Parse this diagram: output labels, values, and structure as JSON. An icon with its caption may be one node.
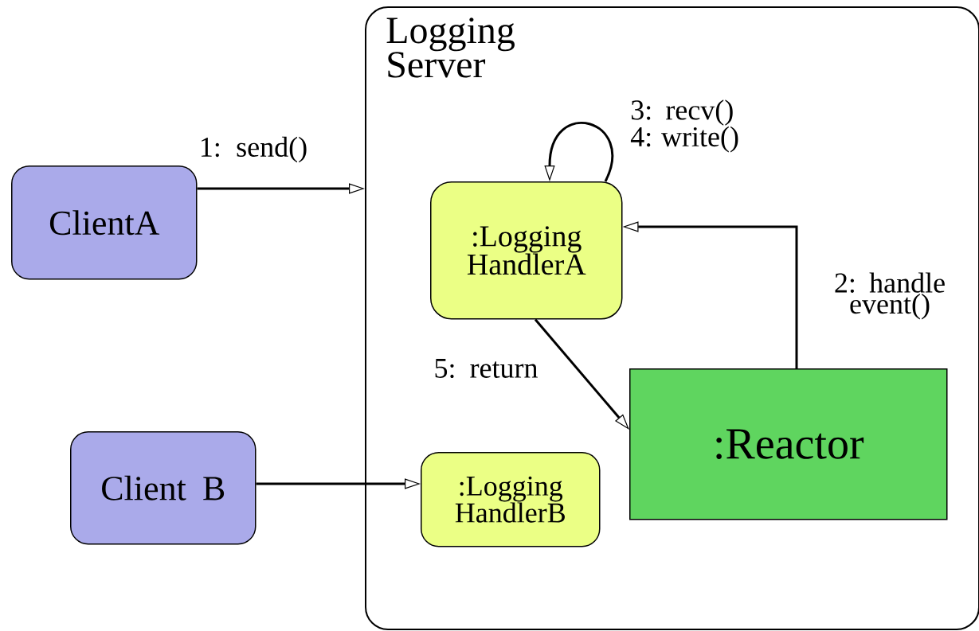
{
  "diagram": {
    "nodes": [
      {
        "text": [
          "Logging Server"
        ]
      },
      {
        "text": [
          "ClientA"
        ]
      },
      {
        "text": [
          "Client B"
        ]
      },
      {
        "text": [
          ":Logging HandlerA"
        ],
        "in": 0
      },
      {
        "text": [
          ":Reactor"
        ],
        "in": 0
      },
      {
        "text": [
          ":Logging HandlerB"
        ],
        "in": 0
      }
    ],
    "edges": [
      {
        "from": 1,
        "to": 0,
        "arrow": "to",
        "label": "1: send()"
      },
      {
        "from": 4,
        "to": 3,
        "arrow": "to",
        "label": "2: handle event()"
      },
      {
        "from": 3,
        "to": 3,
        "arrow": "to",
        "label": "3: recv() 4: write()"
      },
      {
        "from": 3,
        "to": 4,
        "arrow": "to",
        "label": "5: return"
      },
      {
        "from": 2,
        "to": 5,
        "arrow": "to"
      }
    ]
  }
}
